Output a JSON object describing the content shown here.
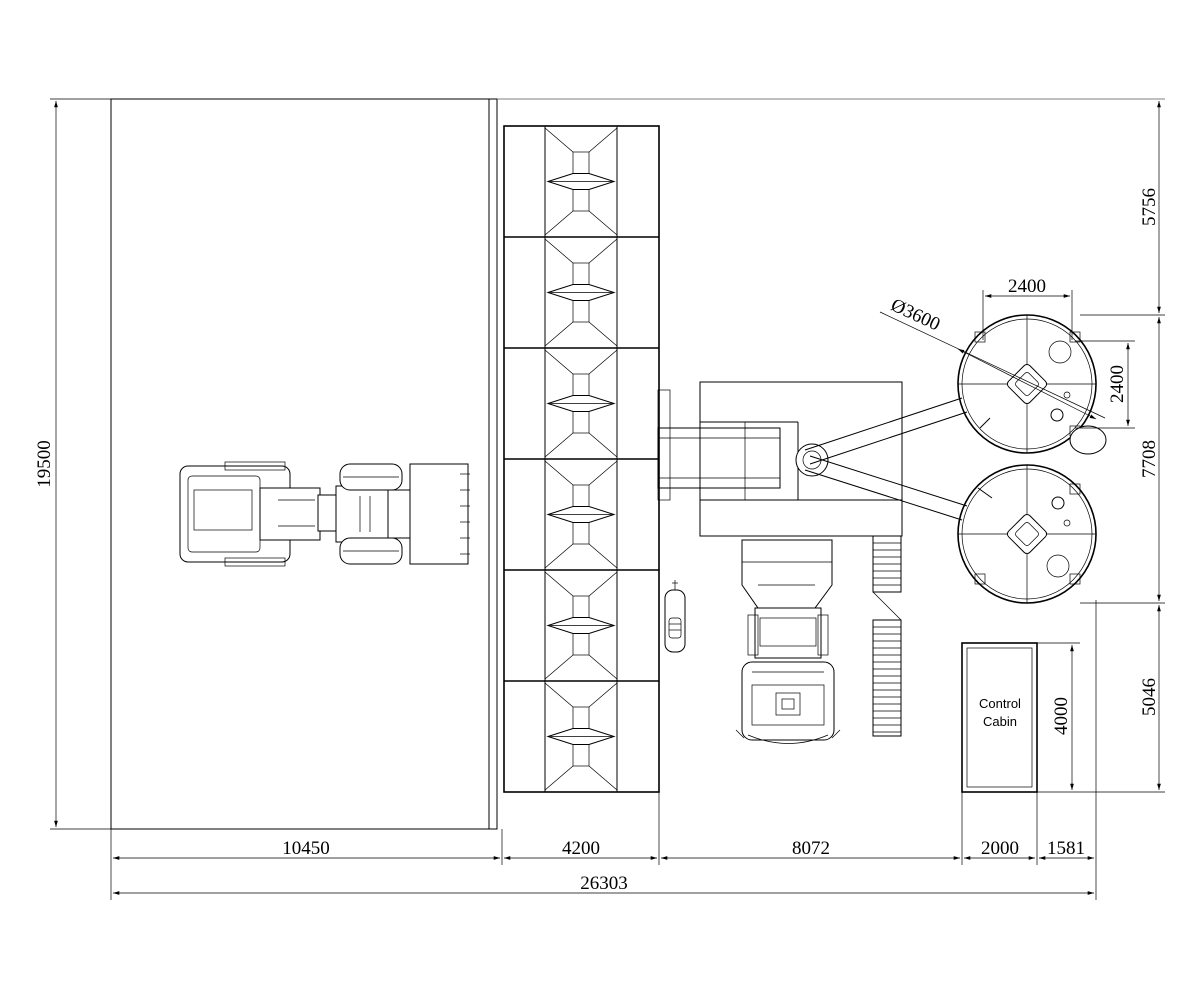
{
  "dimensions": {
    "total_height": "19500",
    "yard_width": "10450",
    "bins_width": "4200",
    "mid_width": "8072",
    "cabin_width": "2000",
    "right_margin": "1581",
    "total_width": "26303",
    "right_top": "5756",
    "right_mid": "7708",
    "right_bottom": "5046",
    "silo_width": "2400",
    "silo_depth": "2400",
    "silo_diameter": "Ø3600",
    "cabin_depth": "4000"
  },
  "labels": {
    "cabin_line1": "Control",
    "cabin_line2": "Cabin"
  }
}
